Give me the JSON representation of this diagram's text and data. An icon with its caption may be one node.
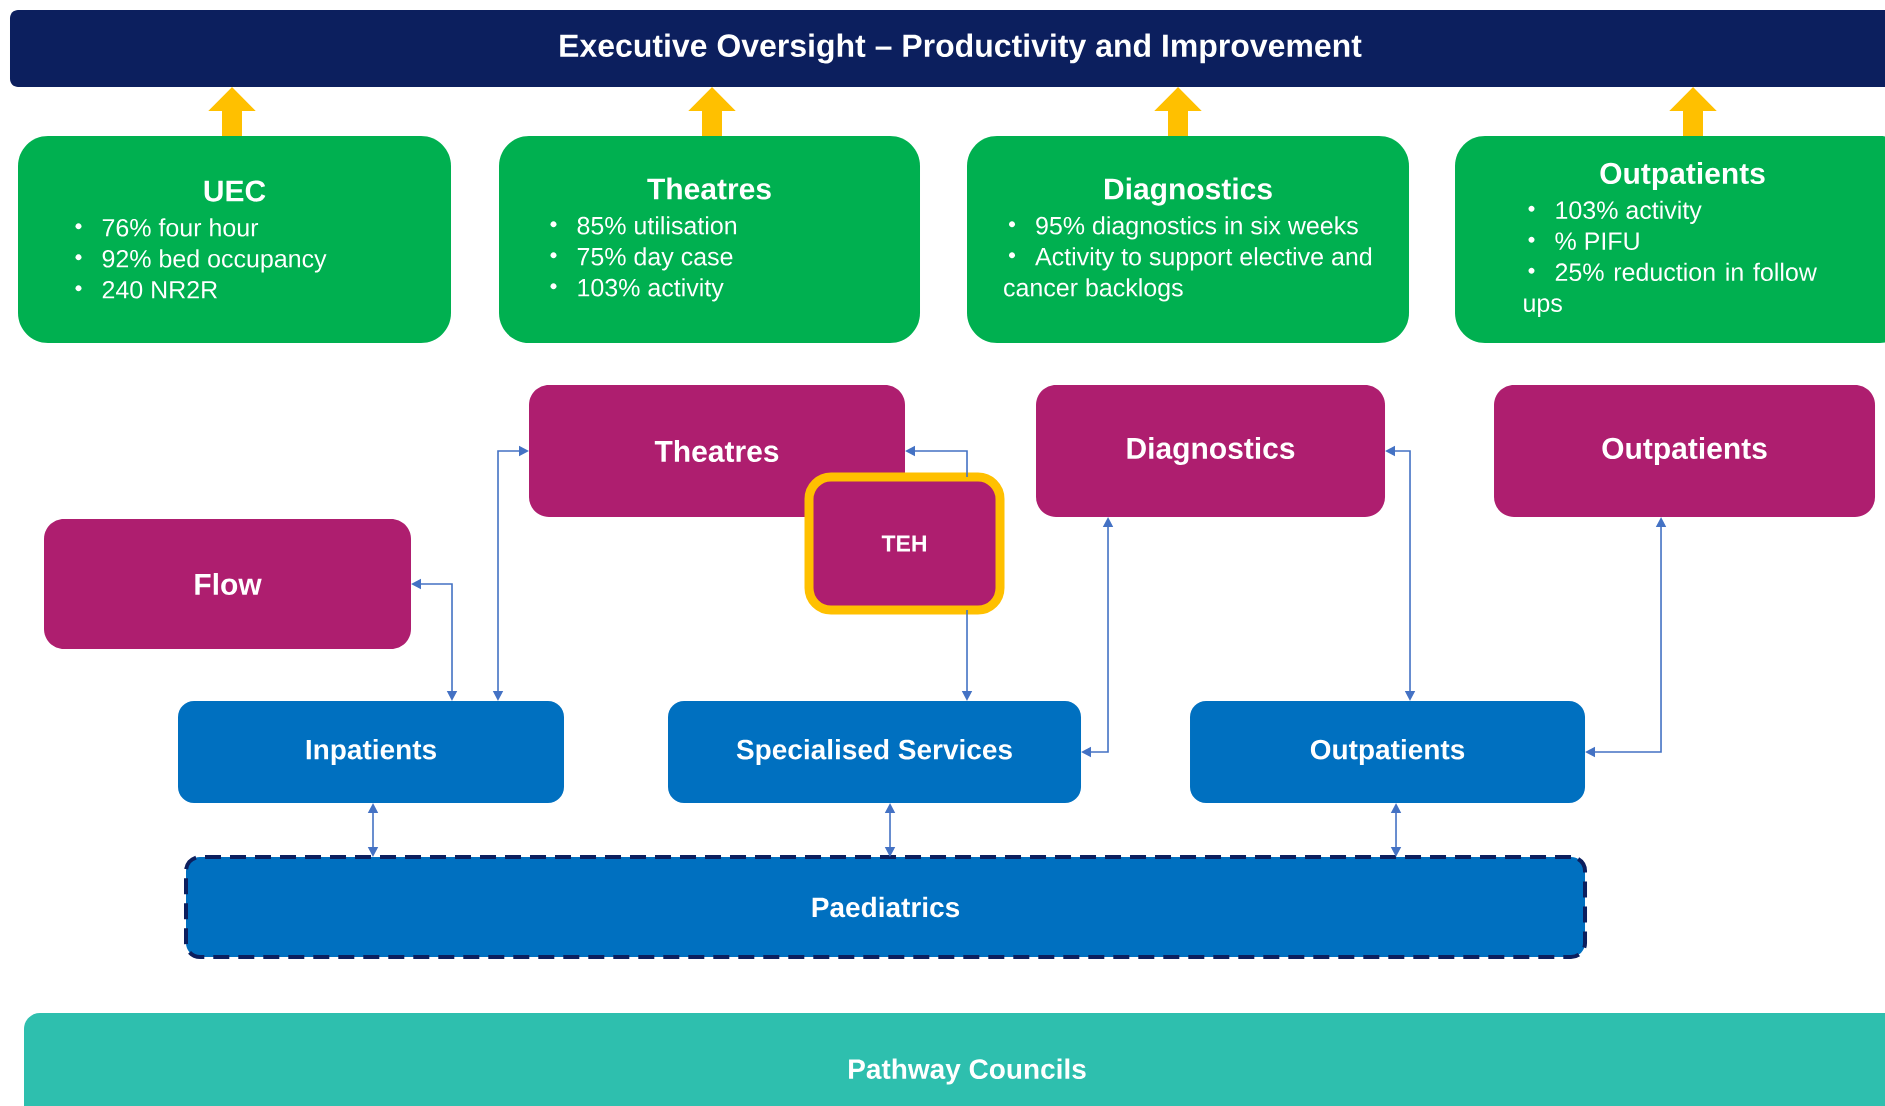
{
  "diagram": {
    "nodes": [
      {
        "text": [
          "Executive Oversight – Productivity and Improvement"
        ]
      },
      {
        "text": [
          "UEC",
          "76% four hour",
          "92% bed occupancy",
          "240 NR2R"
        ]
      },
      {
        "text": [
          "Theatres",
          "85% utilisation",
          "75% day case",
          "103% activity"
        ]
      },
      {
        "text": [
          "Diagnostics",
          "95% diagnostics in six weeks",
          "Activity to support elective and cancer backlogs"
        ]
      },
      {
        "text": [
          "Outpatients",
          "103% activity",
          "% PIFU",
          "25% reduction in follow ups"
        ]
      },
      {
        "text": [
          "Theatres"
        ]
      },
      {
        "text": [
          "Diagnostics"
        ]
      },
      {
        "text": [
          "Outpatients"
        ]
      },
      {
        "text": [
          "Flow"
        ]
      },
      {
        "text": [
          "TEH"
        ]
      },
      {
        "text": [
          "Inpatients"
        ]
      },
      {
        "text": [
          "Specialised Services"
        ]
      },
      {
        "text": [
          "Outpatients"
        ]
      },
      {
        "text": [
          "Paediatrics"
        ]
      },
      {
        "text": [
          "Pathway Councils"
        ]
      }
    ],
    "edges": [
      {
        "from": 1,
        "to": 0,
        "arrow": "to",
        "style": "thick",
        "color": "#ffc000"
      },
      {
        "from": 2,
        "to": 0,
        "arrow": "to",
        "style": "thick",
        "color": "#ffc000"
      },
      {
        "from": 3,
        "to": 0,
        "arrow": "to",
        "style": "thick",
        "color": "#ffc000"
      },
      {
        "from": 4,
        "to": 0,
        "arrow": "to",
        "style": "thick",
        "color": "#ffc000"
      },
      {
        "from": 8,
        "to": 10,
        "arrow": "both"
      },
      {
        "from": 5,
        "to": 10,
        "arrow": "both"
      },
      {
        "from": 9,
        "to": 5,
        "arrow": "to"
      },
      {
        "from": 9,
        "to": 11,
        "arrow": "to"
      },
      {
        "from": 6,
        "to": 11,
        "arrow": "both"
      },
      {
        "from": 6,
        "to": 12,
        "arrow": "both"
      },
      {
        "from": 7,
        "to": 12,
        "arrow": "both"
      },
      {
        "from": 10,
        "to": 13,
        "arrow": "both"
      },
      {
        "from": 11,
        "to": 13,
        "arrow": "both"
      },
      {
        "from": 12,
        "to": 13,
        "arrow": "both"
      }
    ]
  }
}
